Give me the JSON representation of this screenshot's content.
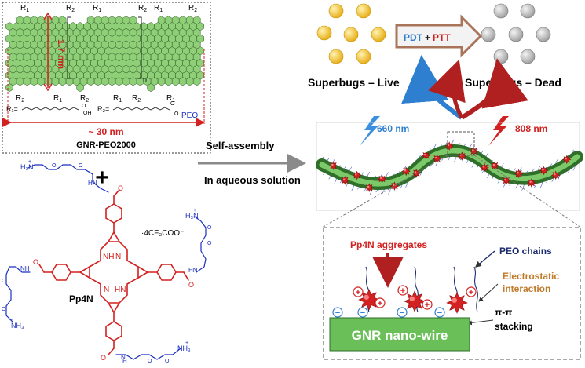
{
  "gnr": {
    "r1": "R",
    "r1_sub": "1",
    "r2": "R",
    "r2_sub": "2",
    "width_label": "1.7 nm",
    "length_label": "~ 30 nm",
    "n_label": "n",
    "r1_def": "R₁=",
    "r2_def": "R₂=",
    "oh_label": "OH",
    "o_label": "O",
    "peo_label": "PEO",
    "name": "GNR-PEO2000"
  },
  "plus": "+",
  "porphyrin": {
    "name": "Pp4N",
    "counter_ion": "·4CF₃COO⁻",
    "nh3_label": "NH₃",
    "h3n_label": "H₃N",
    "nh_label": "NH",
    "hn_label": "HN",
    "n_label": "N",
    "o_label": "O",
    "plus_sign": "+"
  },
  "process": {
    "line1": "Self-assembly",
    "line2": "In aqueous solution"
  },
  "therapy": {
    "live_label": "Superbugs – Live",
    "dead_label": "Superbugs – Dead",
    "pdt": "PDT",
    "plus": "+",
    "ptt": "PTT",
    "light1": "660 nm",
    "light2": "808 nm"
  },
  "colors": {
    "live": "#f5c028",
    "dead": "#c0c0c0",
    "blue_arrow": "#2f7fd0",
    "red_arrow": "#b02020",
    "green": "#6bbf59",
    "red": "#d32020",
    "blue": "#1a2fbf"
  },
  "inset": {
    "aggregates": "Pp4N aggregates",
    "peo": "PEO chains",
    "electrostatic1": "Electrostatic",
    "electrostatic2": "interaction",
    "pipi1": "π-π",
    "pipi2": "stacking",
    "wire": "GNR nano-wire",
    "plus_sign": "+",
    "minus_sign": "−"
  }
}
